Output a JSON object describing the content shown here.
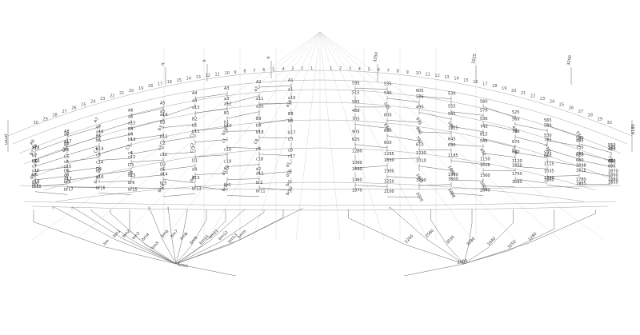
{
  "diagram": {
    "left_labels": [
      "A1",
      "A2",
      "A3",
      "A4",
      "A5",
      "A6",
      "A7",
      "A8",
      "A9",
      "a1",
      "a2",
      "a3",
      "a4",
      "a5",
      "a6",
      "a7",
      "a8",
      "a9",
      "a10",
      "a11",
      "a12",
      "a13",
      "a14",
      "a15",
      "a16",
      "a17",
      "a18",
      "a19",
      "a20",
      "B1",
      "B2",
      "B3",
      "B4",
      "B5",
      "B6",
      "B7",
      "B8",
      "B9",
      "b1",
      "b2",
      "b3",
      "b4",
      "b5",
      "b6",
      "b7",
      "b8",
      "b9",
      "b10",
      "b11",
      "b12",
      "b13",
      "b14",
      "b15",
      "b16",
      "b17",
      "b18",
      "b19",
      "C1",
      "C2",
      "C3",
      "C4",
      "C5",
      "C6",
      "C7",
      "C8",
      "c1",
      "c2",
      "c3",
      "c4",
      "c5",
      "c6",
      "c7",
      "c8",
      "c9",
      "c10",
      "c11",
      "c12",
      "c13",
      "c14",
      "c15",
      "c16",
      "c17",
      "c18",
      "c19",
      "D1",
      "D2",
      "D3",
      "D4",
      "D5",
      "D6",
      "d1",
      "d2",
      "d3",
      "d4",
      "d5",
      "d6",
      "d7",
      "d8",
      "d9",
      "d10",
      "d11",
      "d12",
      "d13",
      "d14",
      "d15",
      "d16",
      "d17",
      "d18",
      "br1",
      "br2",
      "br3",
      "br4",
      "br5",
      "br6",
      "br7",
      "br8",
      "br9",
      "br10",
      "br11",
      "br12",
      "br13",
      "br14",
      "br15",
      "br16",
      "br17",
      "br18"
    ],
    "right_labels": [
      "595",
      "535",
      "605",
      "530",
      "580",
      "525",
      "565",
      "570",
      "550",
      "515",
      "540",
      "526",
      "555",
      "570",
      "560",
      "500",
      "580",
      "575",
      "585",
      "525",
      "490",
      "545",
      "536",
      "478",
      "530",
      "495",
      "480",
      "488",
      "600",
      "675",
      "580",
      "740",
      "790",
      "785",
      "735",
      "720",
      "705",
      "830",
      "860",
      "1225",
      "815",
      "670",
      "775",
      "725",
      "660",
      "905",
      "690",
      "700",
      "645",
      "545",
      "530",
      "595",
      "620",
      "670",
      "625",
      "600",
      "610",
      "630",
      "650",
      "640",
      "660",
      "680",
      "696",
      "1280",
      "1295",
      "1230",
      "1185",
      "1150",
      "1120",
      "1115",
      "1098",
      "1070",
      "1060",
      "1030",
      "1010",
      "1090",
      "1006",
      "1050",
      "1035",
      "1015",
      "1000",
      "1890",
      "1900",
      "1905",
      "1960",
      "1560",
      "1750",
      "1740",
      "1780",
      "1560",
      "1460",
      "3250",
      "3200",
      "3300",
      "3225",
      "3080",
      "1860",
      "1985",
      "1850",
      "1870",
      "2100",
      "2000",
      "1888",
      "2640"
    ],
    "bottom_left_labels": [
      "bm",
      "bm1",
      "bm2",
      "bm3",
      "bm4",
      "bm5",
      "bm6",
      "bm7",
      "bm8",
      "bm9",
      "bm10",
      "bm11",
      "bm12",
      "bm13",
      "bmm"
    ],
    "bottom_right_labels": [
      "2200",
      "2580",
      "3030",
      "3080",
      "1640",
      "3250",
      "1280"
    ],
    "root_left_label": "bmm",
    "root_right_label": "2580",
    "arc_numbers": [
      "1",
      "2",
      "3",
      "4",
      "5",
      "6",
      "7",
      "8",
      "9",
      "10",
      "11",
      "12",
      "13",
      "14",
      "15",
      "16",
      "17",
      "18",
      "19",
      "20",
      "21",
      "22",
      "23",
      "24",
      "25",
      "26",
      "27",
      "28",
      "29",
      "30"
    ],
    "top_left_tags": [
      "lt",
      "lt",
      "lt"
    ],
    "top_right_tags": [
      "3250",
      "3225",
      "3200"
    ],
    "side_left_tag": "pmm",
    "side_right_tag": "6180"
  }
}
